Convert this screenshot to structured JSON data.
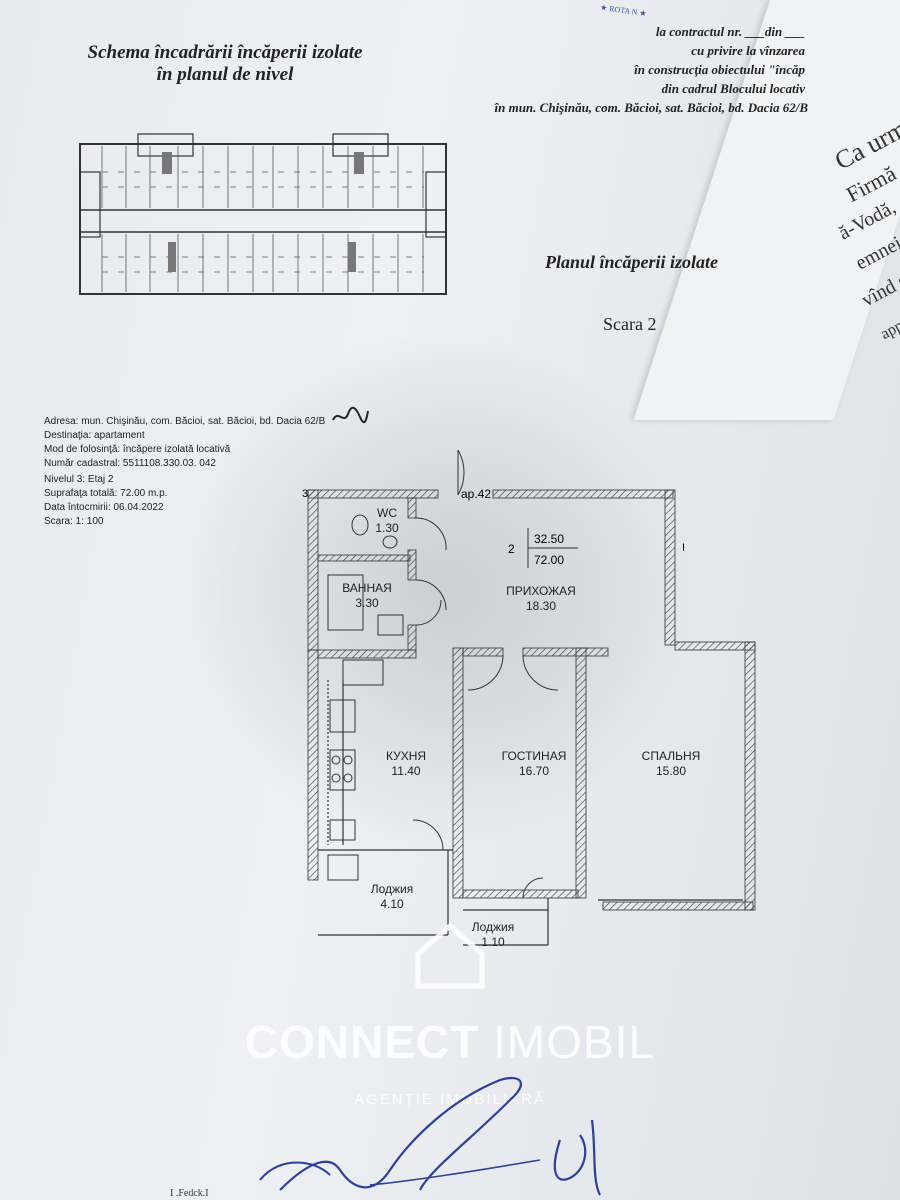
{
  "header": {
    "title_line1": "Schema încadrării încăperii izolate",
    "title_line2": "în planul de nivel"
  },
  "contract": {
    "line1": "la contractul nr. ___din ___",
    "line2": "cu privire la vînzarea",
    "line3": "în construcţia obiectului \"încăp",
    "line4": "din cadrul Blocului locativ",
    "line5": "în mun. Chişinău, com. Băcioi, sat. Băcioi, bd. Dacia 62/B"
  },
  "stamp": {
    "text": "★ ROTA N ★"
  },
  "plan": {
    "title": "Planul încăperii izolate",
    "stair": "Scara 2"
  },
  "info": {
    "address": "Adresa: mun. Chişinău, com. Băcioi, sat. Băcioi, bd. Dacia 62/B",
    "purpose": "Destinaţia: apartament",
    "usage": "Mod de folosinţă: încăpere izolată locativă",
    "cadastral": "Număr cadastral: 5511108.330.03. 042",
    "level": "Nivelul 3: Etaj 2",
    "area": "Suprafaţa totală: 72.00 m.p.",
    "date": "Data întocmirii: 06.04.2022",
    "scale": "Scara: 1: 100"
  },
  "apartment": {
    "number": "ap.42",
    "rooms_count": "2",
    "living_area": "32.50",
    "total_area": "72.00",
    "section_mark": "3",
    "axis_mark": "I"
  },
  "rooms": [
    {
      "name": "WC",
      "area": "1.30"
    },
    {
      "name": "ВАННАЯ",
      "area": "3.30"
    },
    {
      "name": "ПРИХОЖАЯ",
      "area": "18.30"
    },
    {
      "name": "КУХНЯ",
      "area": "11.40"
    },
    {
      "name": "ГОСТИНАЯ",
      "area": "16.70"
    },
    {
      "name": "СПАЛЬНЯ",
      "area": "15.80"
    },
    {
      "name": "Лоджия",
      "area": "4.10"
    },
    {
      "name": "Лоджия",
      "area": "1.10"
    }
  ],
  "side_sheet": {
    "line1": "Ca urma",
    "line2": "Firmă de",
    "line3": "ă-Vodă,",
    "line4": "emnei c",
    "line5": "vînd s",
    "line6": "appr"
  },
  "brand": {
    "name_bold": "CONNECT",
    "name_thin": "IMOBIL",
    "subtitle": "AGENȚIE IMOBILIARĂ"
  },
  "footer": {
    "text": "I .Fedck.I"
  },
  "colors": {
    "paper": "#eceef1",
    "ink": "#222222",
    "stamp": "#3a4fb0",
    "wall_hatch": "#444444",
    "watermark": "#ffffff"
  }
}
